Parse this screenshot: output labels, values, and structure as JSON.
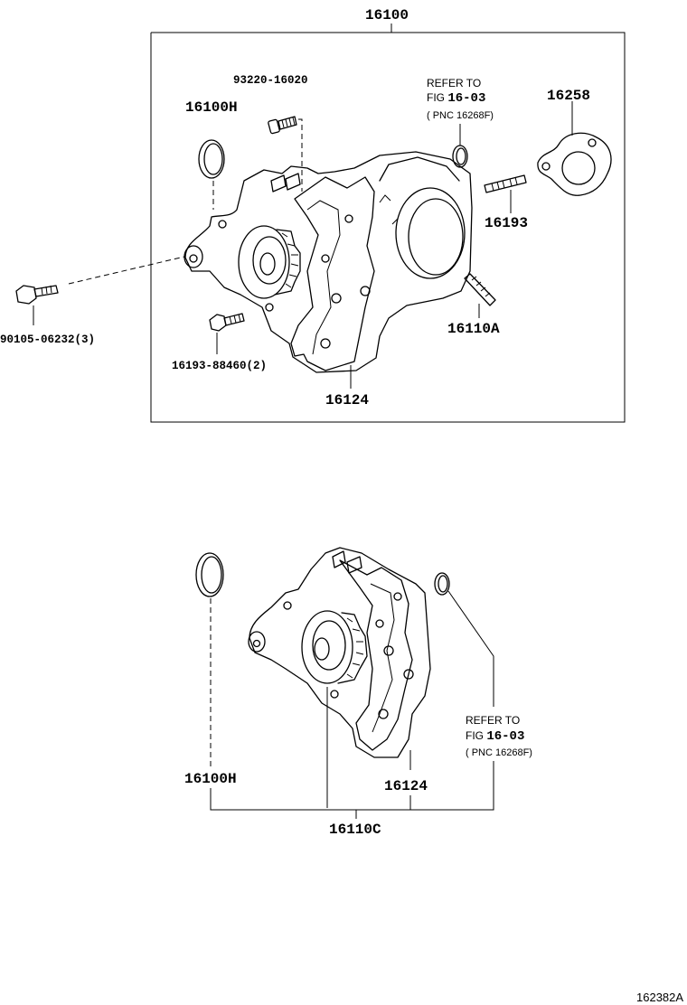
{
  "figure_id": "162382A",
  "top_group": {
    "assembly_label": "16100",
    "parts": {
      "p_93220": "93220-16020",
      "p_16100H": "16100H",
      "p_16258": "16258",
      "p_16193": "16193",
      "p_16110A": "16110A",
      "p_90105": "90105-06232(3)",
      "p_16193_88460": "16193-88460(2)",
      "p_16124": "16124"
    },
    "refer": {
      "line1": "REFER TO",
      "line2a": "FIG ",
      "line2b": "16-03",
      "line3": "( PNC 16268F)"
    }
  },
  "bottom_group": {
    "assembly_label": "16110C",
    "parts": {
      "p_16100H": "16100H",
      "p_16124": "16124"
    },
    "refer": {
      "line1": "REFER TO",
      "line2a": "FIG ",
      "line2b": "16-03",
      "line3": "( PNC 16268F)"
    }
  }
}
